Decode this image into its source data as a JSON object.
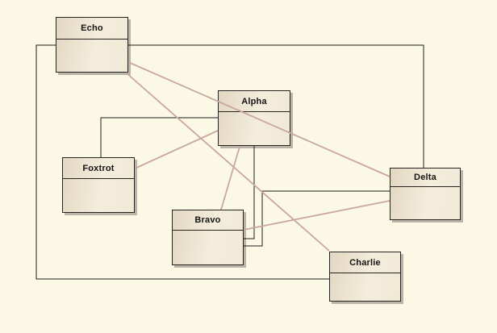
{
  "diagram": {
    "title": "class-diagram",
    "nodes": [
      {
        "id": "echo",
        "label": "Echo"
      },
      {
        "id": "alpha",
        "label": "Alpha"
      },
      {
        "id": "foxtrot",
        "label": "Foxtrot"
      },
      {
        "id": "delta",
        "label": "Delta"
      },
      {
        "id": "bravo",
        "label": "Bravo"
      },
      {
        "id": "charlie",
        "label": "Charlie"
      }
    ],
    "edges": [
      {
        "from": "Echo",
        "to": "Charlie",
        "style": "orthogonal",
        "color": "black"
      },
      {
        "from": "Echo",
        "to": "Delta",
        "style": "orthogonal",
        "color": "black"
      },
      {
        "from": "Alpha",
        "to": "Foxtrot",
        "style": "orthogonal",
        "color": "black"
      },
      {
        "from": "Alpha",
        "to": "Bravo",
        "style": "orthogonal",
        "color": "black"
      },
      {
        "from": "Delta",
        "to": "Bravo",
        "style": "orthogonal",
        "color": "black"
      },
      {
        "from": "Echo",
        "to": "Delta",
        "style": "straight",
        "color": "rose"
      },
      {
        "from": "Echo",
        "to": "Charlie",
        "style": "straight",
        "color": "rose"
      },
      {
        "from": "Foxtrot",
        "to": "Alpha",
        "style": "straight",
        "color": "rose"
      },
      {
        "from": "Alpha",
        "to": "Bravo",
        "style": "straight",
        "color": "rose"
      },
      {
        "from": "Delta",
        "to": "Bravo",
        "style": "straight",
        "color": "rose"
      }
    ],
    "colors": {
      "background": "#fcf8e6",
      "node_fill_dark": "#e2d7c2",
      "node_fill_light": "#f4eddc",
      "node_border": "#26241f",
      "shadow": "#bab5a8",
      "black_connector": "#1c1c1c",
      "rose_connector": "#c8a6a3"
    }
  }
}
